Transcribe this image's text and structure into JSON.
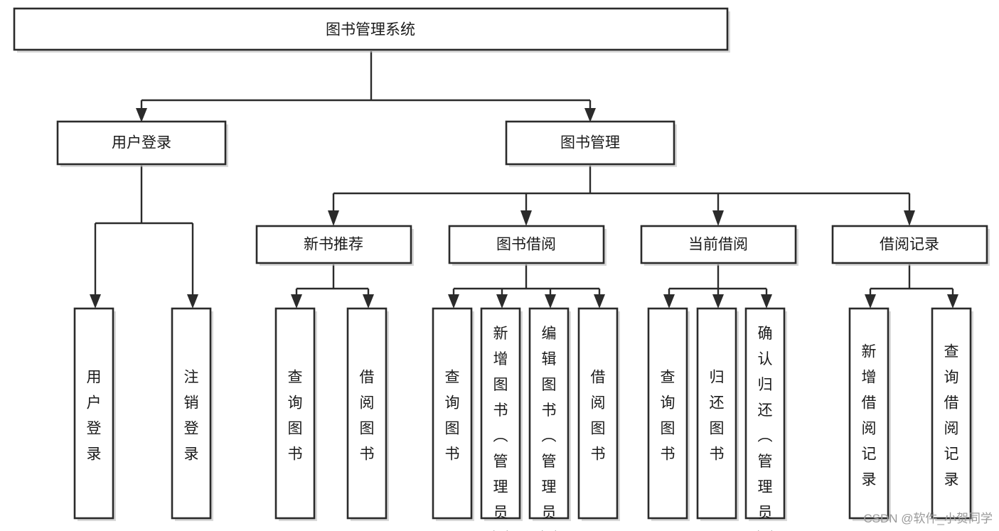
{
  "diagram": {
    "type": "hierarchy-tree",
    "title": "图书管理系统",
    "orientation": "top-down",
    "root": {
      "id": "root",
      "label": "图书管理系统"
    },
    "level2": [
      {
        "id": "user-login",
        "label": "用户登录"
      },
      {
        "id": "book-manage",
        "label": "图书管理"
      }
    ],
    "level3": [
      {
        "id": "new-book-rec",
        "label": "新书推荐",
        "parent": "book-manage"
      },
      {
        "id": "book-borrow",
        "label": "图书借阅",
        "parent": "book-manage"
      },
      {
        "id": "current-borrow",
        "label": "当前借阅",
        "parent": "book-manage"
      },
      {
        "id": "borrow-record",
        "label": "借阅记录",
        "parent": "book-manage"
      }
    ],
    "leaves": [
      {
        "id": "leaf-user-login",
        "label": "用户登录",
        "parent": "user-login"
      },
      {
        "id": "leaf-user-logout",
        "label": "注销登录",
        "parent": "user-login"
      },
      {
        "id": "leaf-query-book-1",
        "label": "查询图书",
        "parent": "new-book-rec"
      },
      {
        "id": "leaf-borrow-book-1",
        "label": "借阅图书",
        "parent": "new-book-rec"
      },
      {
        "id": "leaf-query-book-2",
        "label": "查询图书",
        "parent": "book-borrow"
      },
      {
        "id": "leaf-add-book",
        "label": "新增图书（管理员）",
        "parent": "book-borrow"
      },
      {
        "id": "leaf-edit-book",
        "label": "编辑图书（管理员）",
        "parent": "book-borrow"
      },
      {
        "id": "leaf-borrow-book-2",
        "label": "借阅图书",
        "parent": "book-borrow"
      },
      {
        "id": "leaf-query-book-3",
        "label": "查询图书",
        "parent": "current-borrow"
      },
      {
        "id": "leaf-return-book",
        "label": "归还图书",
        "parent": "current-borrow"
      },
      {
        "id": "leaf-confirm-return",
        "label": "确认归还（管理员）",
        "parent": "current-borrow"
      },
      {
        "id": "leaf-add-record",
        "label": "新增借阅记录",
        "parent": "borrow-record"
      },
      {
        "id": "leaf-query-record",
        "label": "查询借阅记录",
        "parent": "borrow-record"
      }
    ],
    "colors": {
      "box_fill": "#ffffff",
      "box_stroke": "#2b2b2b",
      "text": "#1a1a1a",
      "connector": "#2b2b2b",
      "watermark": "#9a9a9a",
      "background": "#ffffff"
    }
  },
  "watermark": {
    "text": "CSDN @软件_小贺同学"
  }
}
